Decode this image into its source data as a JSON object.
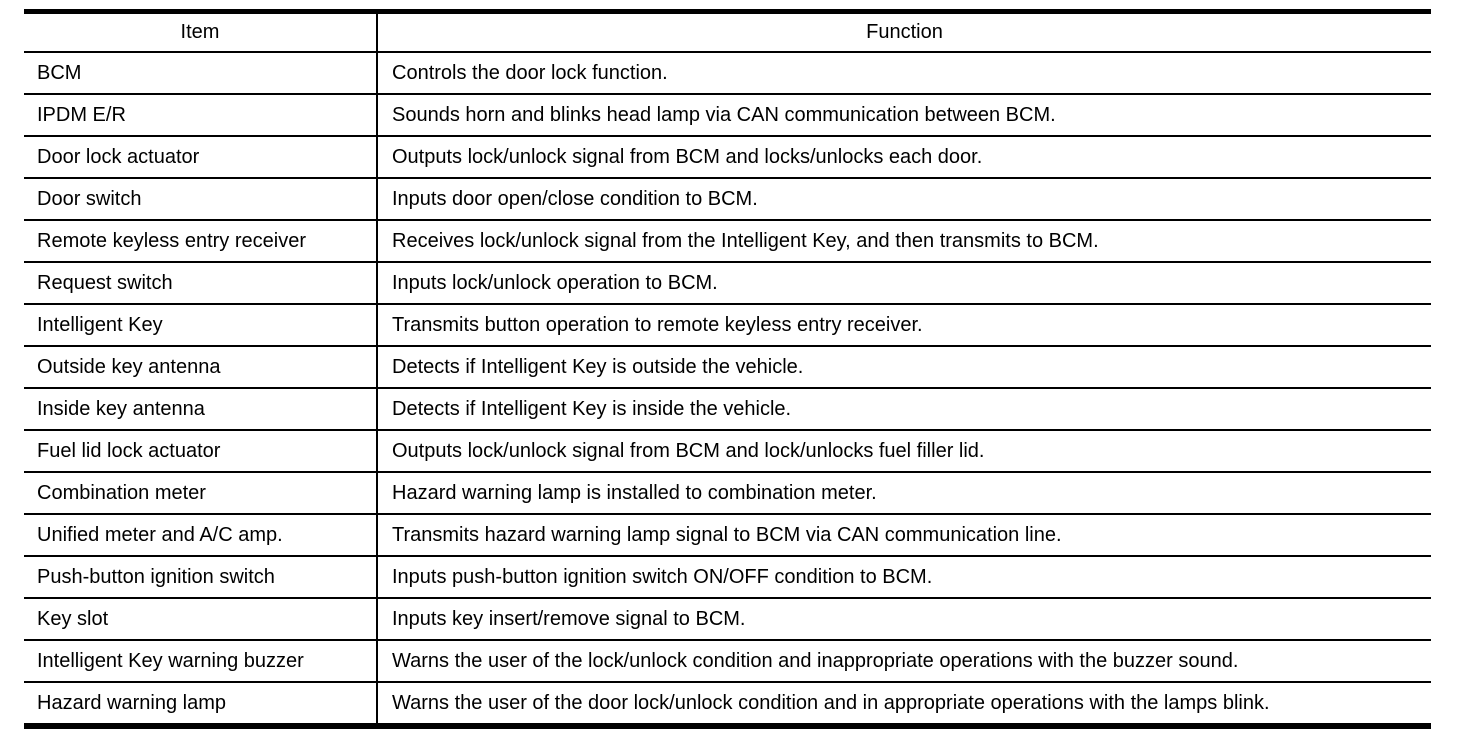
{
  "colors": {
    "background": "#ffffff",
    "text": "#000000",
    "border": "#000000"
  },
  "table": {
    "columns": [
      "Item",
      "Function"
    ],
    "rows": [
      [
        "BCM",
        "Controls the door lock function."
      ],
      [
        "IPDM E/R",
        "Sounds horn and blinks head lamp via CAN communication between BCM."
      ],
      [
        "Door lock actuator",
        "Outputs lock/unlock signal from BCM and locks/unlocks each door."
      ],
      [
        "Door switch",
        "Inputs door open/close condition to BCM."
      ],
      [
        "Remote keyless entry receiver",
        "Receives lock/unlock signal from the Intelligent Key, and then transmits to BCM."
      ],
      [
        "Request switch",
        "Inputs lock/unlock operation to BCM."
      ],
      [
        "Intelligent Key",
        "Transmits button operation to remote keyless entry receiver."
      ],
      [
        "Outside key antenna",
        "Detects if Intelligent Key is outside the vehicle."
      ],
      [
        "Inside key antenna",
        "Detects if Intelligent Key is inside the vehicle."
      ],
      [
        "Fuel lid lock actuator",
        "Outputs lock/unlock signal from BCM and lock/unlocks fuel filler lid."
      ],
      [
        "Combination meter",
        "Hazard warning lamp is installed to combination meter."
      ],
      [
        "Unified meter and A/C amp.",
        "Transmits hazard warning lamp signal to BCM via CAN communication line."
      ],
      [
        "Push-button ignition switch",
        "Inputs push-button ignition switch ON/OFF condition to BCM."
      ],
      [
        "Key slot",
        "Inputs key insert/remove signal to BCM."
      ],
      [
        "Intelligent Key warning buzzer",
        "Warns the user of the lock/unlock condition and inappropriate operations with the buzzer sound."
      ],
      [
        "Hazard warning lamp",
        "Warns the user of the door lock/unlock condition and in appropriate operations with the lamps blink."
      ]
    ]
  }
}
